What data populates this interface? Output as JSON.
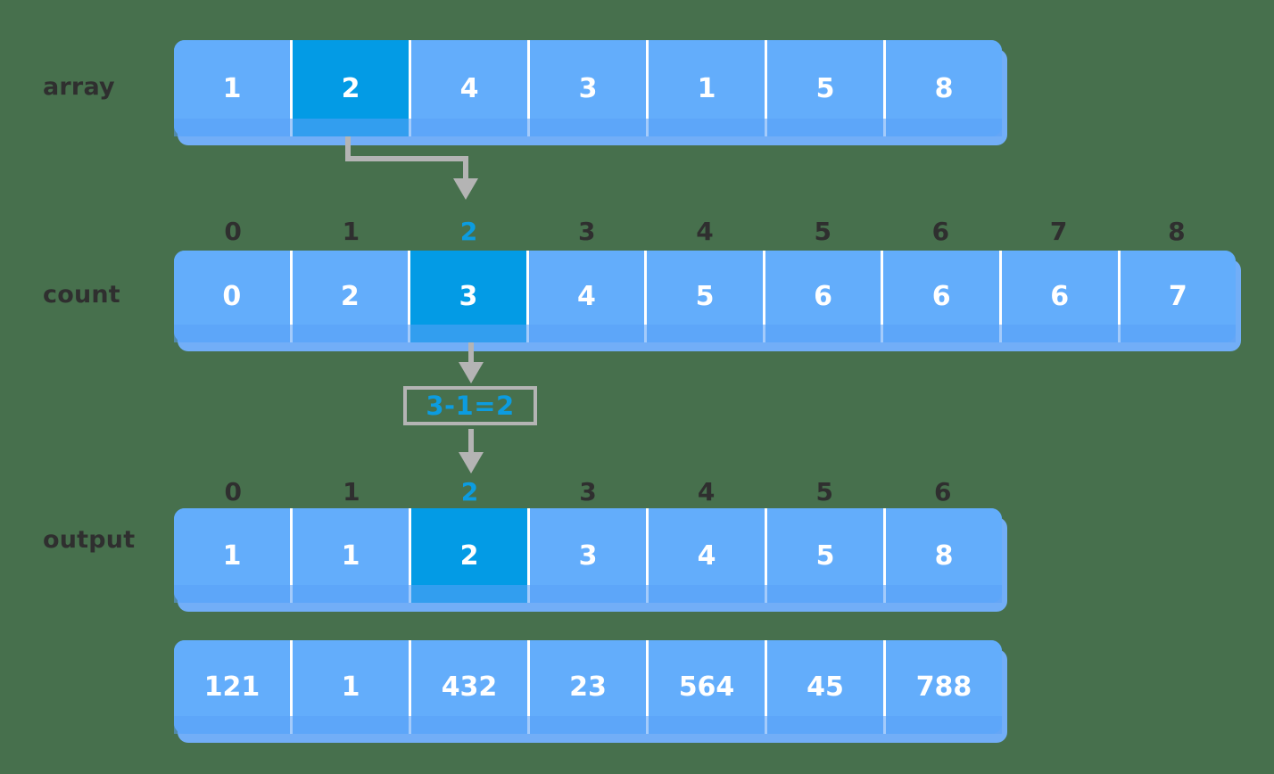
{
  "background_color": "#47704d",
  "colors": {
    "cell": "#63adfb",
    "cell_highlight": "#039be5",
    "accent": "#0c9ce0",
    "label": "#2f2f2f",
    "connector": "#b4b4b4",
    "divider": "#ffffff"
  },
  "rows": {
    "array": {
      "label": "array",
      "values": [
        "1",
        "2",
        "4",
        "3",
        "1",
        "5",
        "8"
      ],
      "highlight_index": 1,
      "has_index_strip": false
    },
    "count": {
      "label": "count",
      "indices": [
        "0",
        "1",
        "2",
        "3",
        "4",
        "5",
        "6",
        "7",
        "8"
      ],
      "values": [
        "0",
        "2",
        "3",
        "4",
        "5",
        "6",
        "6",
        "6",
        "7"
      ],
      "highlight_index": 2,
      "has_index_strip": true
    },
    "output": {
      "label": "output",
      "indices": [
        "0",
        "1",
        "2",
        "3",
        "4",
        "5",
        "6"
      ],
      "values": [
        "1",
        "1",
        "2",
        "3",
        "4",
        "5",
        "8"
      ],
      "highlight_index": 2,
      "has_index_strip": true
    },
    "records": {
      "label": "",
      "values": [
        "121",
        "1",
        "432",
        "23",
        "564",
        "45",
        "788"
      ],
      "highlight_index": -1,
      "has_index_strip": false
    }
  },
  "equation": {
    "text": "3-1=2"
  },
  "connectors": {
    "array_to_count": "elbow-arrow-down-right",
    "count_to_equation": "arrow-down",
    "equation_to_output": "arrow-down"
  }
}
